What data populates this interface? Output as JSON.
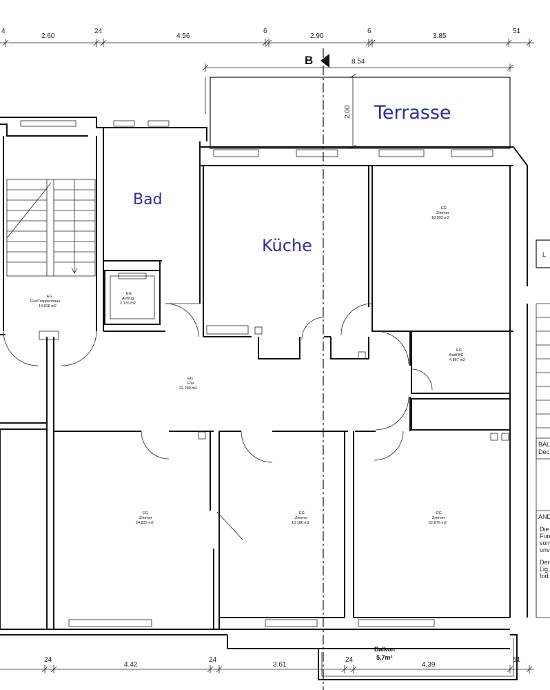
{
  "dimensions_top": [
    "4",
    "2.60",
    "24",
    "4.56",
    "6",
    "2.90",
    "6",
    "3.85",
    "51"
  ],
  "dimensions_bottom": [
    "24",
    "4.42",
    "24",
    "3.61",
    "24",
    "4.39",
    "51"
  ],
  "terrace_width": "8.54",
  "terrace_depth": "2.00",
  "section_marker": "B",
  "rooms": {
    "terrasse": "Terrasse",
    "bad": "Bad",
    "kueche": "Küche",
    "zimmer_ne": {
      "floor": "EG",
      "name": "Zimmer",
      "area": "18.892 m2"
    },
    "treppenhaus": {
      "floor": "EG",
      "name": "Flur/Treppenhaus",
      "area": "14.818 m2"
    },
    "aufzug": {
      "floor": "EG",
      "name": "Aufzug",
      "area": "2.176 m2"
    },
    "bad_wc": {
      "floor": "EG",
      "name": "Bad/WC",
      "area": "4.867 m2"
    },
    "flur": {
      "floor": "EG",
      "name": "Flur",
      "area": "22.280 m2"
    },
    "zimmer_sw": {
      "floor": "EG",
      "name": "Zimmer",
      "area": "24.833 m2"
    },
    "zimmer_s": {
      "floor": "EG",
      "name": "Zimmer",
      "area": "19.186 m2"
    },
    "zimmer_se": {
      "floor": "EG",
      "name": "Zimmer",
      "area": "22.875 m2"
    },
    "balkon": {
      "name": "Balkon",
      "area": "5,7m²"
    }
  },
  "side_fragments": [
    "L",
    "BAL",
    "Dec",
    "AND",
    "Die",
    "Fun",
    "vom",
    "unv",
    "Der",
    "Lig",
    "fod"
  ]
}
